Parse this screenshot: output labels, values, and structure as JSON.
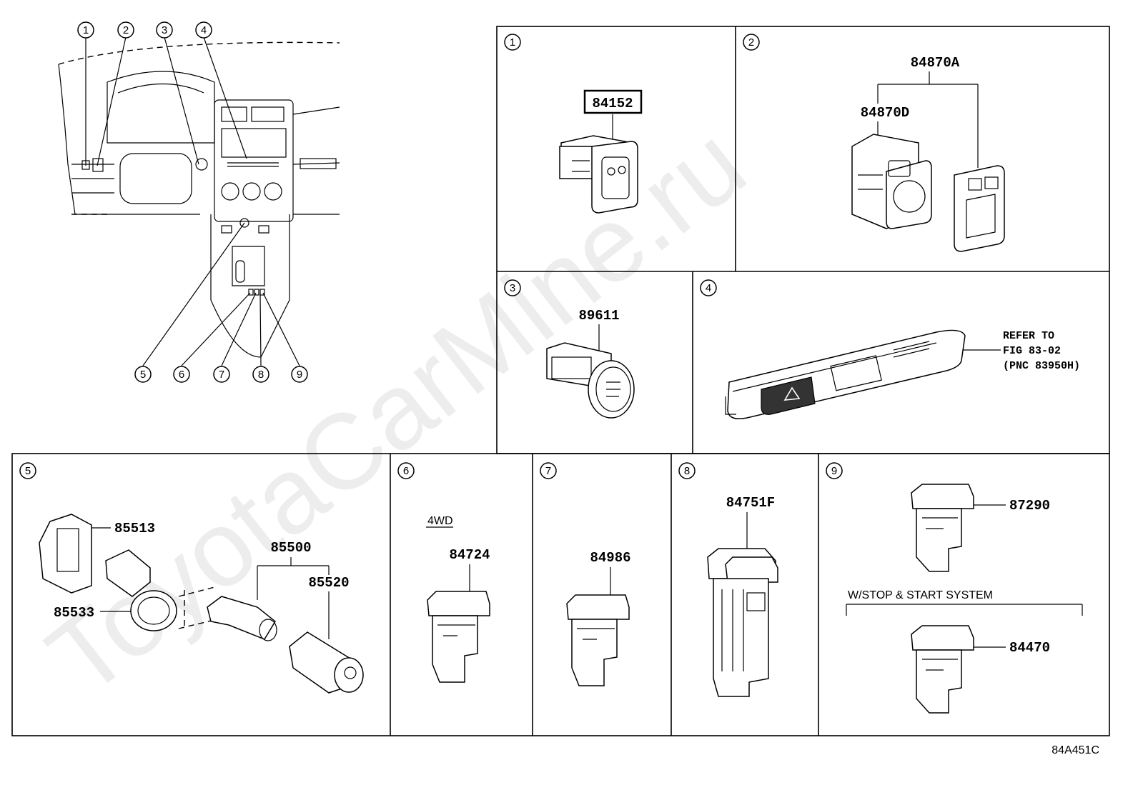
{
  "watermark": "ToyotaCarMine.ru",
  "figure_code": "84A451C",
  "overview_callouts": [
    "1",
    "2",
    "3",
    "4",
    "5",
    "6",
    "7",
    "8",
    "9"
  ],
  "panels": {
    "p1": {
      "num": "1",
      "parts": [
        "84152"
      ]
    },
    "p2": {
      "num": "2",
      "parts": [
        "84870A",
        "84870D"
      ]
    },
    "p3": {
      "num": "3",
      "parts": [
        "89611"
      ]
    },
    "p4": {
      "num": "4",
      "note_lines": [
        "REFER TO",
        "FIG 83-02",
        "(PNC 83950H)"
      ]
    },
    "p5": {
      "num": "5",
      "parts": [
        "85513",
        "85500",
        "85520",
        "85533"
      ]
    },
    "p6": {
      "num": "6",
      "variant": "4WD",
      "parts": [
        "84724"
      ]
    },
    "p7": {
      "num": "7",
      "parts": [
        "84986"
      ]
    },
    "p8": {
      "num": "8",
      "parts": [
        "84751F"
      ]
    },
    "p9": {
      "num": "9",
      "parts": [
        "87290",
        "84470"
      ],
      "variant": "W/STOP & START SYSTEM"
    }
  }
}
